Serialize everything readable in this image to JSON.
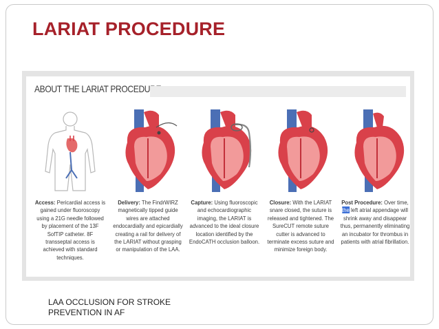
{
  "slide": {
    "title": "LARIAT PROCEDURE",
    "footer": "LAA OCCLUSION FOR STROKE PREVENTION IN AF"
  },
  "figure": {
    "heading": "ABOUT THE LARIAT PROCEDURE",
    "panels": [
      {
        "label": "Access:",
        "text": "Pericardial access is gained under fluoroscopy using a 21G needle followed by placement of the 13F SofTIP catheter. 8F transseptal access is achieved with standard techniques."
      },
      {
        "label": "Delivery:",
        "text": "The FindrWIRZ magnetically tipped guide wires are attached endocardially and epicardially creating a rail for delivery of the LARIAT without grasping or manipulation of the LAA."
      },
      {
        "label": "Capture:",
        "text": "Using fluoroscopic and echocardiographic imaging, the LARIAT is advanced to the ideal closure location identified by the EndoCATH occlusion balloon."
      },
      {
        "label": "Closure:",
        "text": "With the LARIAT snare closed, the suture is released and tightened. The SureCUT remote suture cutter is advanced to terminate excess suture and minimize foreign body."
      },
      {
        "label": "Post Procedure:",
        "text_before": "Over time,",
        "highlight": "the",
        "text_after": "left atrial appendage will shrink away and disappear thus, permanently eliminating an incubator for thrombus in patients with atrial fibrillation."
      }
    ]
  },
  "colors": {
    "title": "#a6212a",
    "heart_red": "#d9414a",
    "heart_light": "#f29a9a",
    "vessel_blue": "#4b6fb5"
  }
}
